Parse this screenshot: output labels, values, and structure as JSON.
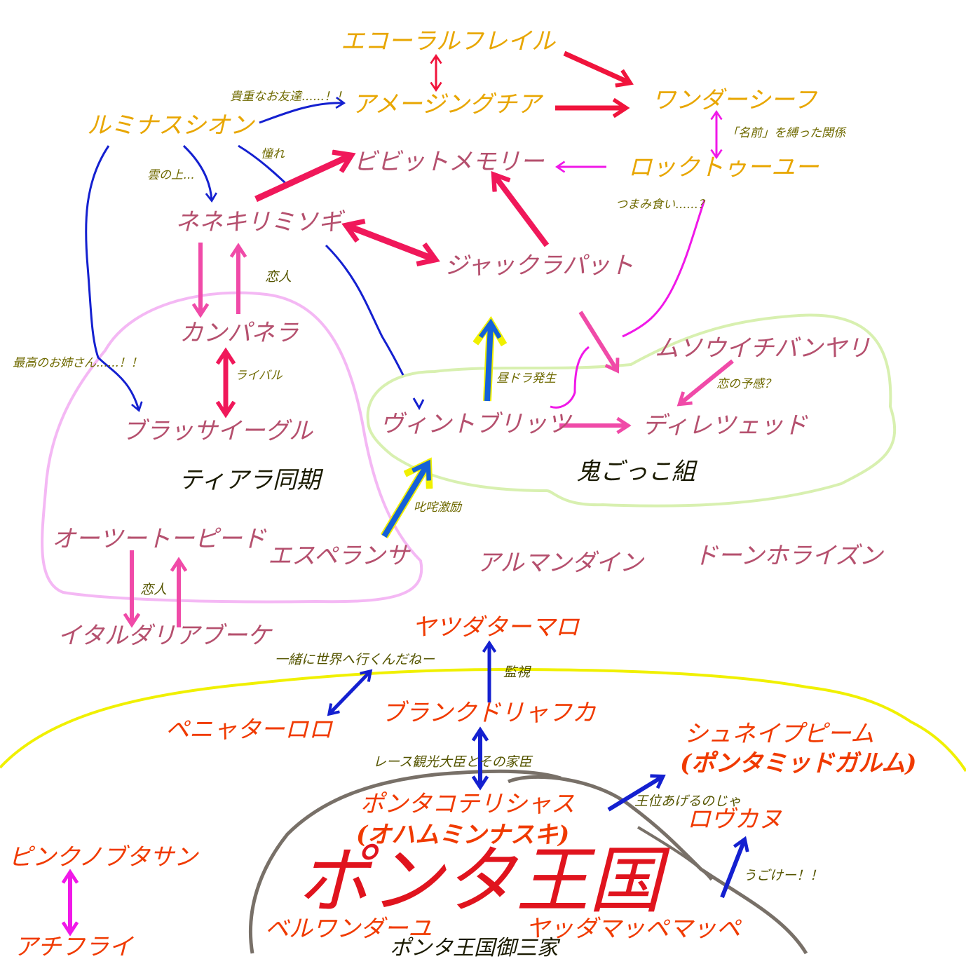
{
  "colors": {
    "gold": "#e8a600",
    "mauve": "#b5506e",
    "orange_red": "#f03a00",
    "blue": "#1420d0",
    "crimson": "#f0185a",
    "magenta": "#f018e8",
    "pink": "#f04aa8",
    "yellow_outline": "#f0f000",
    "green_outline": "#d8f0b0",
    "pink_outline": "#f4b8f4",
    "gray_outline": "#787068"
  },
  "characters": {
    "ecoral_flail": "エコーラルフレイル",
    "amazing_cheer": "アメージングチア",
    "wonder_thief": "ワンダーシーフ",
    "luminous_sion": "ルミナスシオン",
    "vivid_memory": "ビビットメモリー",
    "lock_to_you": "ロックトゥーユー",
    "nenekirimisogi": "ネネキリミソギ",
    "jackrabbit": "ジャックラパット",
    "campanella": "カンパネラ",
    "musou_ichibanyari": "ムソウイチバンヤリ",
    "vint_blitz": "ヴィントブリッツ",
    "dirrettwed": "ディレツェッド",
    "brassy_eagle": "ブラッサイーグル",
    "autotorpedo": "オーツートーピード",
    "esperanza": "エスペランサ",
    "almandine": "アルマンダイン",
    "dawn_horizon": "ドーンホライズン",
    "italdaria_bouquet": "イタルダリアブーケ",
    "yatsuda_tamaro": "ヤツダターマロ",
    "blank_drifka": "ブランクドリャフカ",
    "penyata_roro": "ペニャターロロ",
    "shunei_pim": "シュネイプピーム",
    "shunei_pim_alias": "(ポンタミッドガルム)",
    "ponta_coterie": "ポンタコテリシャス",
    "ponta_coterie_alias": "(オハムミンナスキ)",
    "rovakanu": "ロヴカヌ",
    "pink_no_butasan": "ピンクノブタサン",
    "achifurai": "アチフライ",
    "bell_wonder": "ベルワンダーユ",
    "yaddama_peppe": "ヤッダマッペマッペ"
  },
  "groups": {
    "tiara": "ティアラ同期",
    "onigokko": "鬼ごっこ組",
    "ponta_kingdom": "ポンタ王国",
    "ponta_three": "ポンタ王国御三家"
  },
  "notes": {
    "precious_friend": "貴重なお友達......！！",
    "admiration": "憧れ",
    "above_clouds": "雲の上...",
    "name_bound": "「名前」を縛った関係",
    "snack": "つまみ食い......？",
    "lovers1": "恋人",
    "rival": "ライバル",
    "best_sister": "最高のお姉さん......！！",
    "daytime_drama": "昼ドラ発生",
    "love_omen": "恋の予感？",
    "encouragement": "叱咤激励",
    "lovers2": "恋人",
    "world_together": "一緒に世界へ行くんだねー",
    "watching": "監視",
    "race_minister": "レース観光大臣とその家臣",
    "give_throne": "王位あげるのじゃ",
    "move": "うごけー！！"
  }
}
